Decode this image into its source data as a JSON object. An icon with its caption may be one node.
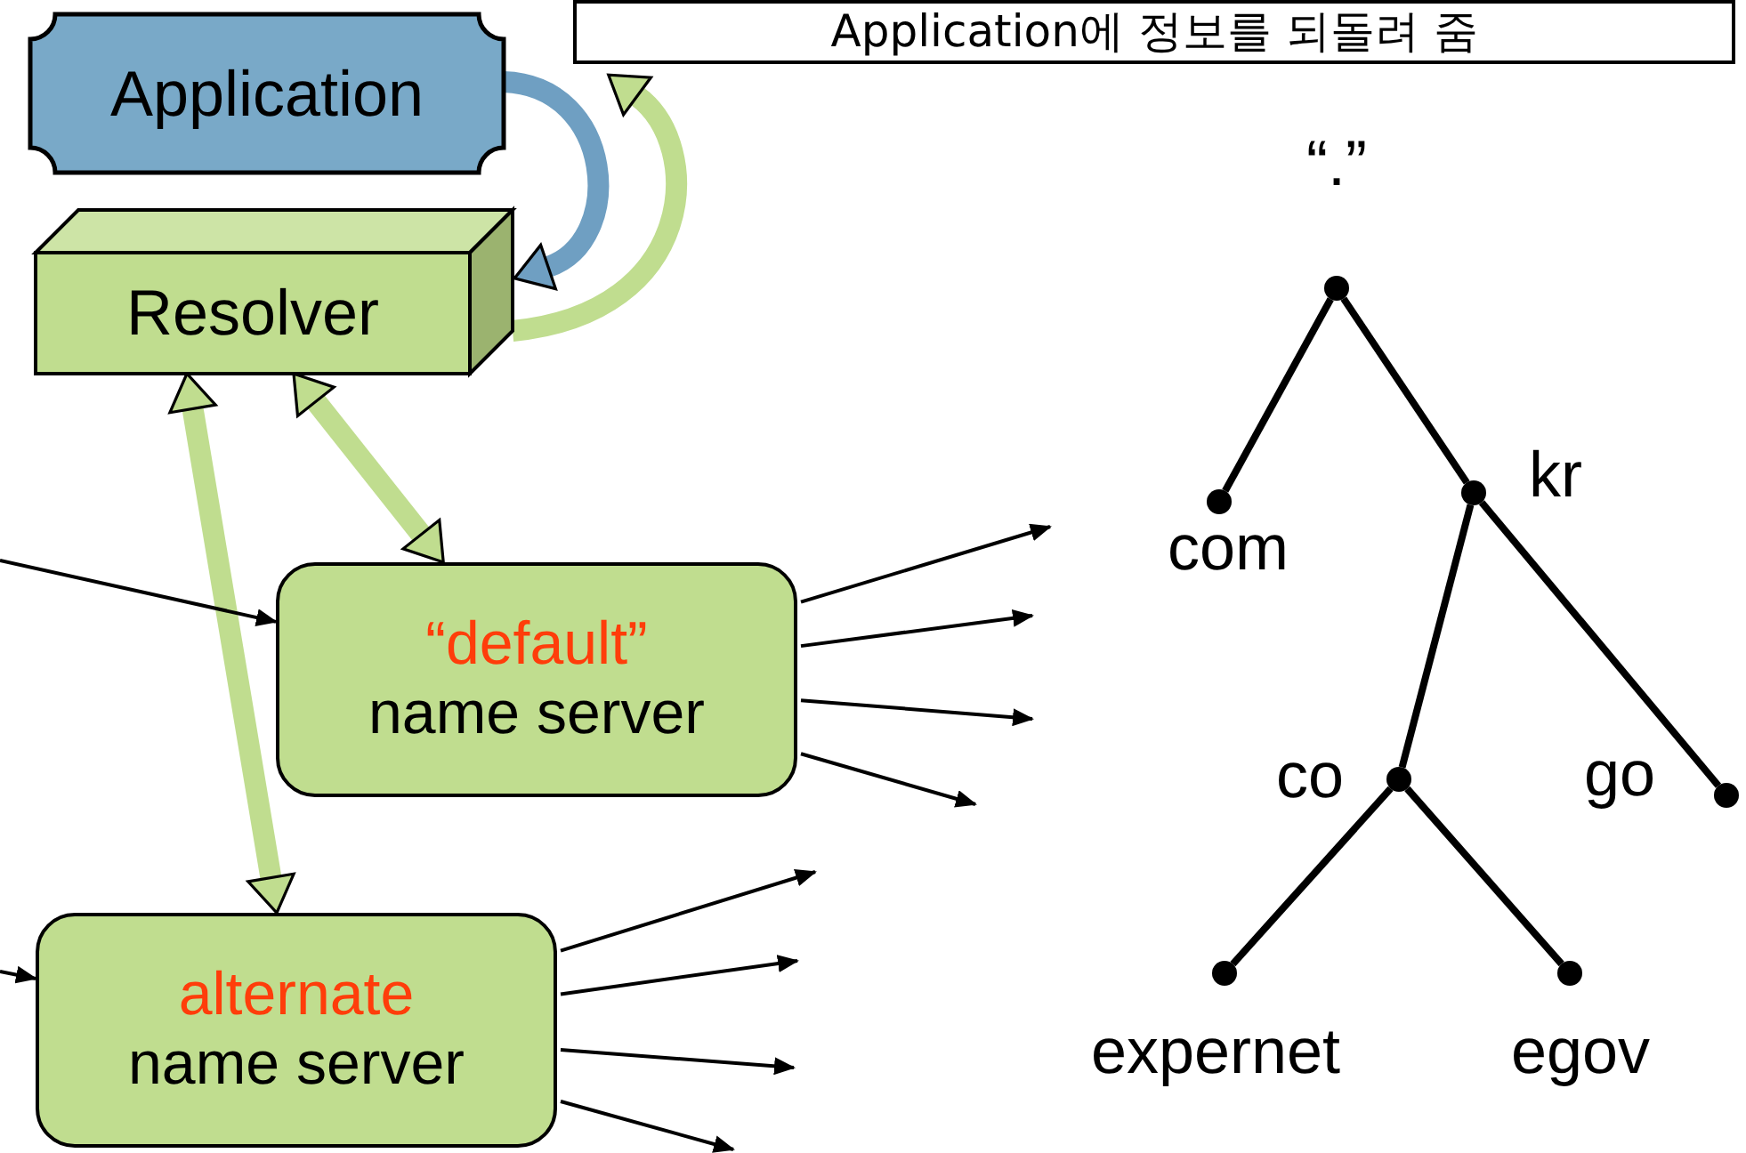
{
  "diagram": {
    "nodes": [
      {
        "text": [
          "Application"
        ]
      },
      {
        "text": [
          "Resolver"
        ]
      },
      {
        "text": [
          "Application에 정보를 되돌려 줌"
        ]
      },
      {
        "text": [
          "“default”",
          "name server"
        ]
      },
      {
        "text": [
          "alternate",
          "name server"
        ]
      },
      {
        "text": [
          "“.”"
        ]
      },
      {
        "text": [
          "com"
        ]
      },
      {
        "text": [
          "kr"
        ]
      },
      {
        "text": [
          "co"
        ]
      },
      {
        "text": [
          "go"
        ]
      },
      {
        "text": [
          "expernet"
        ]
      },
      {
        "text": [
          "egov"
        ]
      }
    ],
    "edges": [
      {
        "from": 0,
        "to": 1,
        "arrow": "to",
        "style": "thick",
        "color": "#6f9fc2"
      },
      {
        "from": 1,
        "to": 2,
        "arrow": "to",
        "style": "thick",
        "color": "#c0dd8f"
      },
      {
        "from": 1,
        "to": 3,
        "arrow": "both",
        "style": "thick",
        "color": "#c0dd8f"
      },
      {
        "from": 1,
        "to": 4,
        "arrow": "both",
        "style": "thick",
        "color": "#c0dd8f"
      },
      {
        "from": null,
        "to": 3,
        "arrow": "to"
      },
      {
        "from": null,
        "to": 4,
        "arrow": "to"
      },
      {
        "from": 3,
        "to": null,
        "arrow": "to"
      },
      {
        "from": 3,
        "to": null,
        "arrow": "to"
      },
      {
        "from": 3,
        "to": null,
        "arrow": "to"
      },
      {
        "from": 3,
        "to": null,
        "arrow": "to"
      },
      {
        "from": 4,
        "to": null,
        "arrow": "to"
      },
      {
        "from": 4,
        "to": null,
        "arrow": "to"
      },
      {
        "from": 4,
        "to": null,
        "arrow": "to"
      },
      {
        "from": 4,
        "to": null,
        "arrow": "to"
      },
      {
        "from": 5,
        "to": 6,
        "arrow": "none",
        "style": "thick"
      },
      {
        "from": 5,
        "to": 7,
        "arrow": "none",
        "style": "thick"
      },
      {
        "from": 7,
        "to": 8,
        "arrow": "none",
        "style": "thick"
      },
      {
        "from": 7,
        "to": 9,
        "arrow": "none",
        "style": "thick"
      },
      {
        "from": 8,
        "to": 10,
        "arrow": "none",
        "style": "thick"
      },
      {
        "from": 8,
        "to": 11,
        "arrow": "none",
        "style": "thick"
      }
    ]
  }
}
